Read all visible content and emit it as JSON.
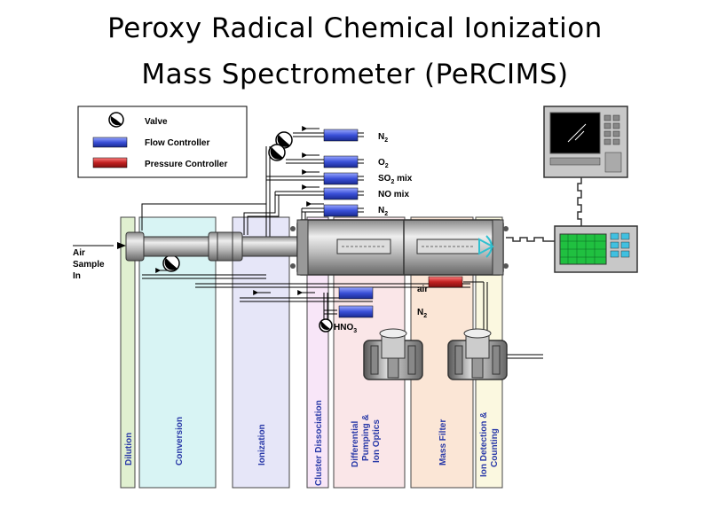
{
  "title": {
    "line1": "Peroxy Radical Chemical Ionization",
    "line2": "Mass Spectrometer (PeRCIMS)"
  },
  "legend": {
    "valve": "Valve",
    "flow_controller": "Flow Controller",
    "pressure_controller": "Pressure Controller"
  },
  "inlet": {
    "line1": "Air",
    "line2": "Sample",
    "line3": "In"
  },
  "gases": {
    "n2_top": {
      "base": "N",
      "sub": "2"
    },
    "o2": {
      "base": "O",
      "sub": "2"
    },
    "so2_mix": {
      "pre": "SO",
      "sub": "2",
      "post": " mix"
    },
    "no_mix": "NO mix",
    "n2_second": {
      "base": "N",
      "sub": "2"
    },
    "air": "air",
    "n2_lower": {
      "base": "N",
      "sub": "2"
    },
    "hno3": {
      "pre": "HNO",
      "sub": "3"
    }
  },
  "regions": {
    "dilution": "Dilution",
    "conversion": "Conversion",
    "ionization": "Ionization",
    "cluster_dissociation": "Cluster Dissociation",
    "diff_pumping_1": "Differential",
    "diff_pumping_2": "Pumping &",
    "diff_pumping_3": "Ion Optics",
    "mass_filter": "Mass Filter",
    "ion_detection_1": "Ion Detection &",
    "ion_detection_2": "Counting"
  },
  "colors": {
    "flow_controller": "#4060e0",
    "pressure_controller": "#c03030",
    "dilution": "#e0f0d0",
    "conversion": "#d8f4f4",
    "ionization": "#e6e6f8",
    "cluster": "#f8e6f8",
    "diff_pumping": "#fae6e8",
    "mass_filter": "#fbe6d6",
    "ion_detection": "#fbf8e0"
  }
}
